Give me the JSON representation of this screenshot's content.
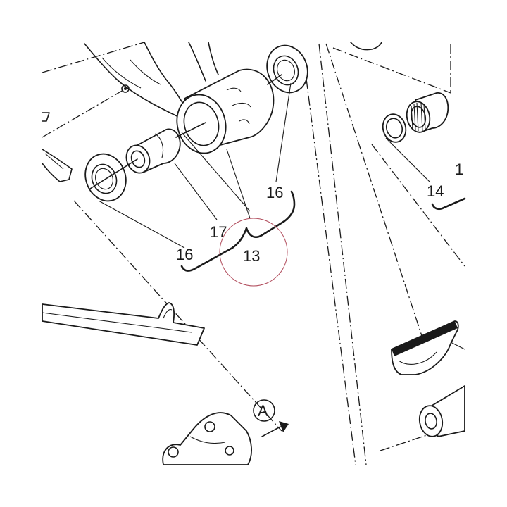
{
  "callouts": {
    "c16_top": "16",
    "c17": "17",
    "c16_bottom": "16",
    "c13": "13",
    "c14": "14",
    "c1_partial": "1",
    "view_a": "A"
  },
  "colors": {
    "line": "#1a1a1a",
    "highlight_circle": "#b04a5a",
    "background": "#ffffff"
  }
}
